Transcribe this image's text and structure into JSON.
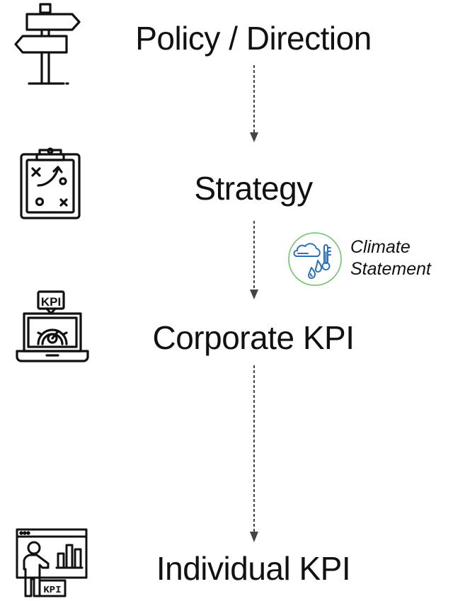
{
  "levels": [
    {
      "label": "Policy / Direction",
      "icon": "signpost-icon"
    },
    {
      "label": "Strategy",
      "icon": "strategy-clipboard-icon"
    },
    {
      "label": "Corporate KPI",
      "icon": "kpi-laptop-gauge-icon"
    },
    {
      "label": "Individual KPI",
      "icon": "kpi-person-presentation-icon"
    }
  ],
  "climate": {
    "line1": "Climate",
    "line2": "Statement",
    "icon": "climate-cloud-thermometer-icon",
    "circle_color": "#6dbf6a",
    "icon_color": "#2b6fb6"
  },
  "arrow_color": "#444444"
}
